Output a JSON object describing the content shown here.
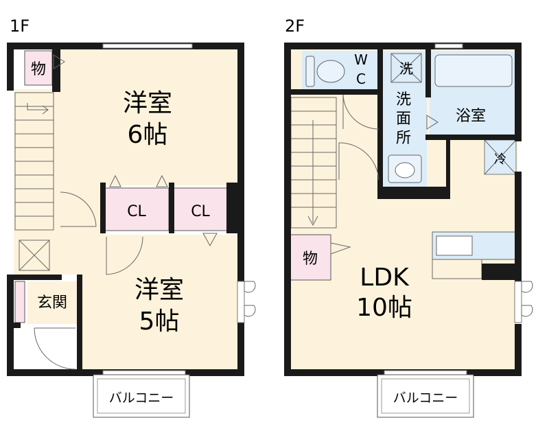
{
  "floors": [
    {
      "label": "1F",
      "rooms": {
        "western_large": {
          "name": "洋室",
          "size": "6帖"
        },
        "western_small": {
          "name": "洋室",
          "size": "5帖"
        },
        "closet_a": "CL",
        "closet_b": "CL",
        "storage": "物",
        "entrance": "玄関",
        "balcony": "バルコニー"
      }
    },
    {
      "label": "2F",
      "rooms": {
        "toilet_w": "W",
        "toilet_c": "C",
        "washer": "洗",
        "washroom_1": "洗",
        "washroom_2": "面",
        "washroom_3": "所",
        "bath": "浴室",
        "fridge": "冷",
        "storage": "物",
        "ldk": {
          "name": "LDK",
          "size": "10帖"
        },
        "balcony": "バルコニー"
      }
    }
  ],
  "colors": {
    "wall": "#1a1a1a",
    "room_fill": "#fdf3dc",
    "wet_fill": "#dcecf8",
    "storage_fill": "#fbe3ec",
    "line": "#555555"
  }
}
